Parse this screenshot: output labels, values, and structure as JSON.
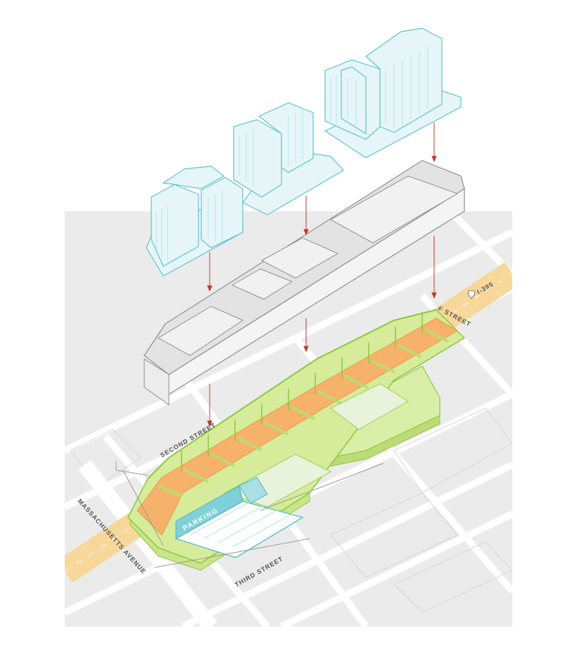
{
  "streets": {
    "second_street": "SECOND STREET",
    "third_street": "THIRD STREET",
    "massachusetts_avenue": "MASSACHUSETTS AVENUE",
    "f_street": "F STREET",
    "interstate": "I-395"
  },
  "parking_label": "PARKING",
  "colors": {
    "background": "#ffffff",
    "map_base": "#ebebeb",
    "road": "#ffffff",
    "highway": "#f7d89a",
    "towers_fill": "#e6f6f8",
    "towers_stroke": "#5fc3cf",
    "platform_fill": "#e3e3e3",
    "platform_stroke": "#8f8f8f",
    "deck_orange": "#f6b26b",
    "deck_frame": "#d6ec9a",
    "deck_stroke": "#8dc63f",
    "arrow": "#c0392b",
    "parking": "#7fd0d9"
  },
  "icons": {
    "interstate_shield": "interstate-shield-icon"
  }
}
